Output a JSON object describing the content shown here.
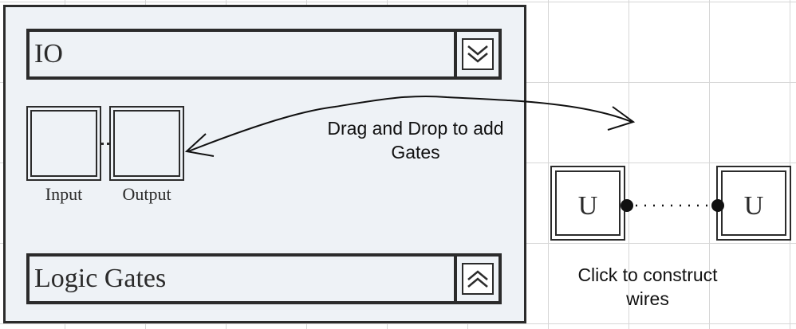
{
  "sidebar": {
    "io_section": {
      "title": "IO",
      "toggle_icon": "double-chevron-down-icon",
      "gates": [
        {
          "label": "Input"
        },
        {
          "label": "Output"
        }
      ]
    },
    "logic_section": {
      "title": "Logic Gates",
      "toggle_icon": "double-chevron-up-icon"
    }
  },
  "canvas": {
    "drag_hint": "Drag and Drop to add Gates",
    "wire_hint": "Click to construct wires",
    "nodes": [
      {
        "label": "U"
      },
      {
        "label": "U"
      }
    ]
  }
}
